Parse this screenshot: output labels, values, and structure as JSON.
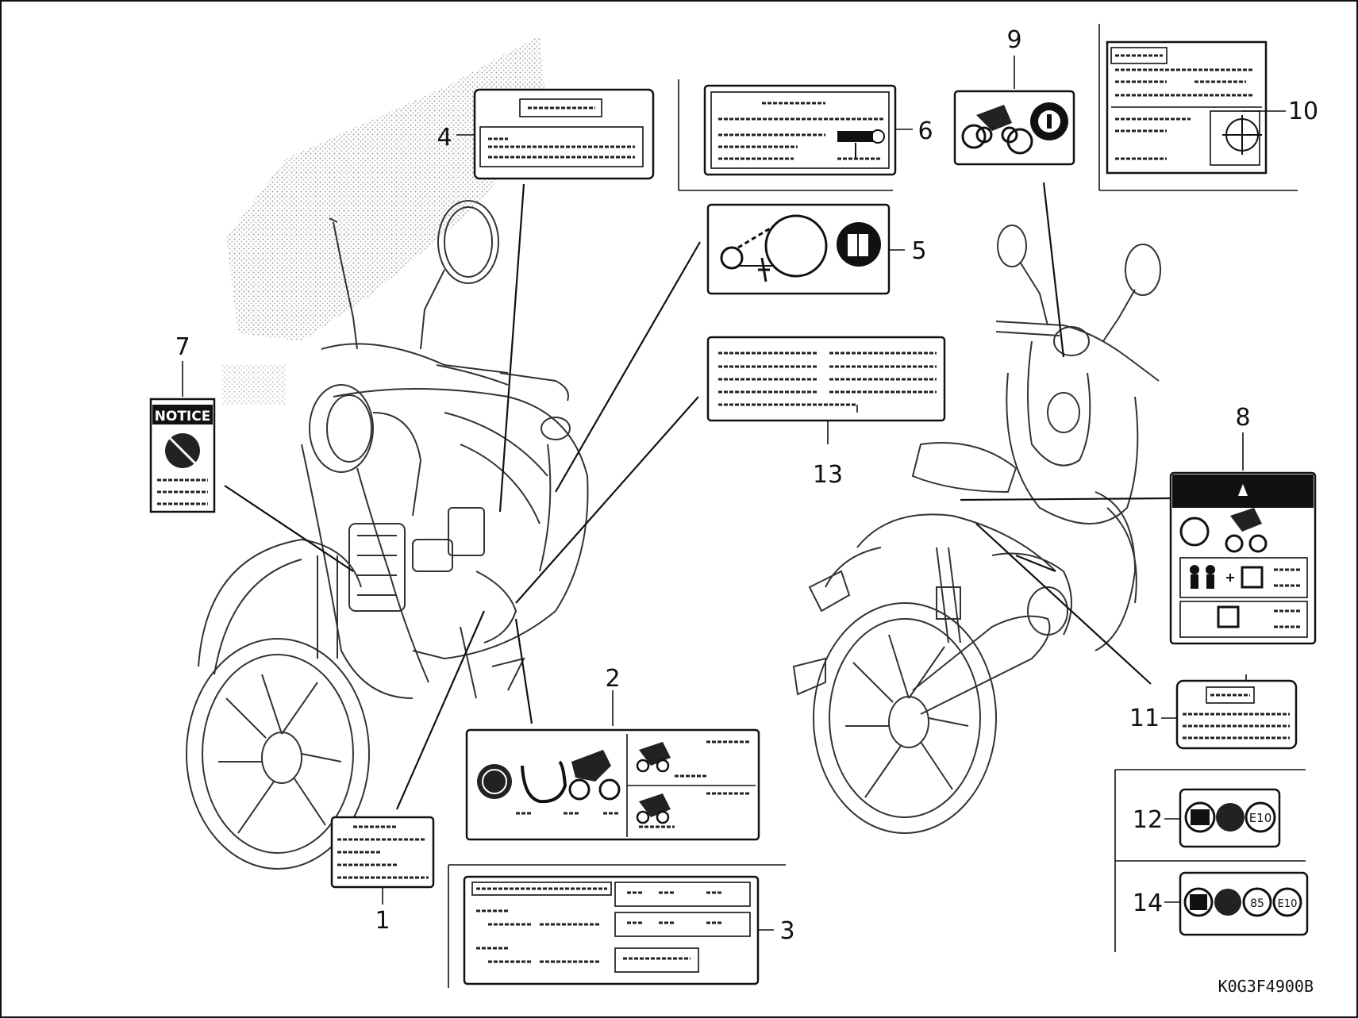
{
  "diagram": {
    "part_code": "K0G3F4900B",
    "callouts": [
      "1",
      "2",
      "3",
      "4",
      "5",
      "6",
      "7",
      "8",
      "9",
      "10",
      "11",
      "12",
      "13",
      "14"
    ],
    "label7_text": "NOTICE",
    "label12_badge": "E10",
    "label14_badges": [
      "85",
      "E10"
    ]
  }
}
